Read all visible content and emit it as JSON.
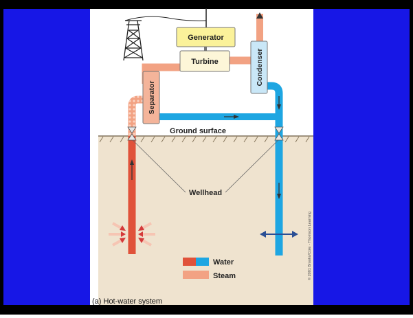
{
  "labels": {
    "generator": "Generator",
    "turbine": "Turbine",
    "condenser": "Condenser",
    "separator": "Separator",
    "ground_surface": "Ground surface",
    "wellhead": "Wellhead",
    "water": "Water",
    "steam": "Steam",
    "caption": "(a) Hot-water system",
    "copyright": "© 2001 Brooks/Cole - Thomson Learning"
  },
  "colors": {
    "slide_background": "#1717e6",
    "frame": "#000000",
    "figure_background": "#ffffff",
    "underground": "#efe3cf",
    "generator_box": "#fbf29a",
    "turbine_box": "#fdf6d8",
    "condenser_box": "#c9e7f7",
    "separator_box": "#f4b49a",
    "hot_water": "#e0523a",
    "cold_water": "#1ea6e2",
    "steam": "#f2a283",
    "arrow_dark": "#333333",
    "outflow_arrow": "#2a4f95"
  }
}
